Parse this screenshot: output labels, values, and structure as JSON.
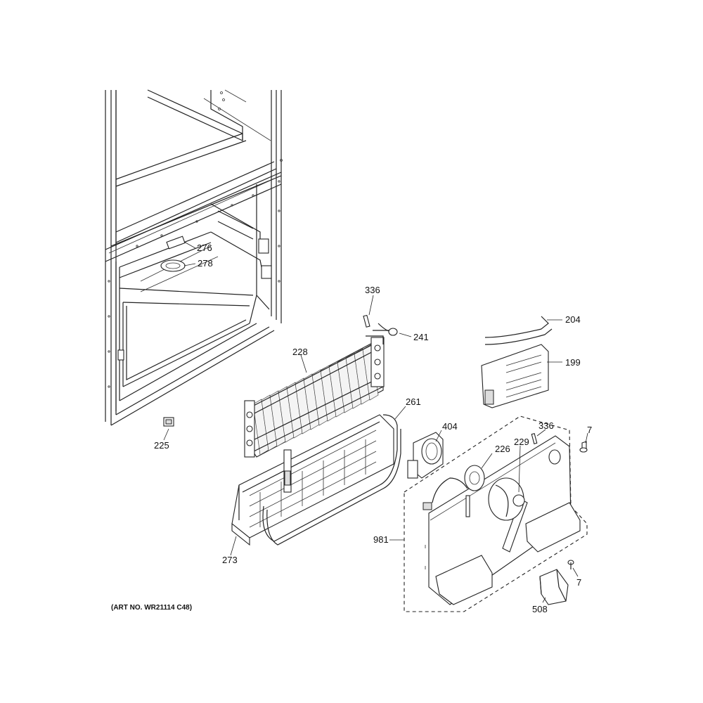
{
  "art_number": "(ART NO. WR21114 C48)",
  "callouts": {
    "c276": "276",
    "c278": "278",
    "c225": "225",
    "c336a": "336",
    "c241": "241",
    "c228": "228",
    "c261": "261",
    "c273": "273",
    "c404": "404",
    "c204": "204",
    "c199": "199",
    "c336b": "336",
    "c7a": "7",
    "c226": "226",
    "c229": "229",
    "c981": "981",
    "c7b": "7",
    "c508": "508"
  },
  "colors": {
    "line": "#222222",
    "background": "#ffffff"
  }
}
